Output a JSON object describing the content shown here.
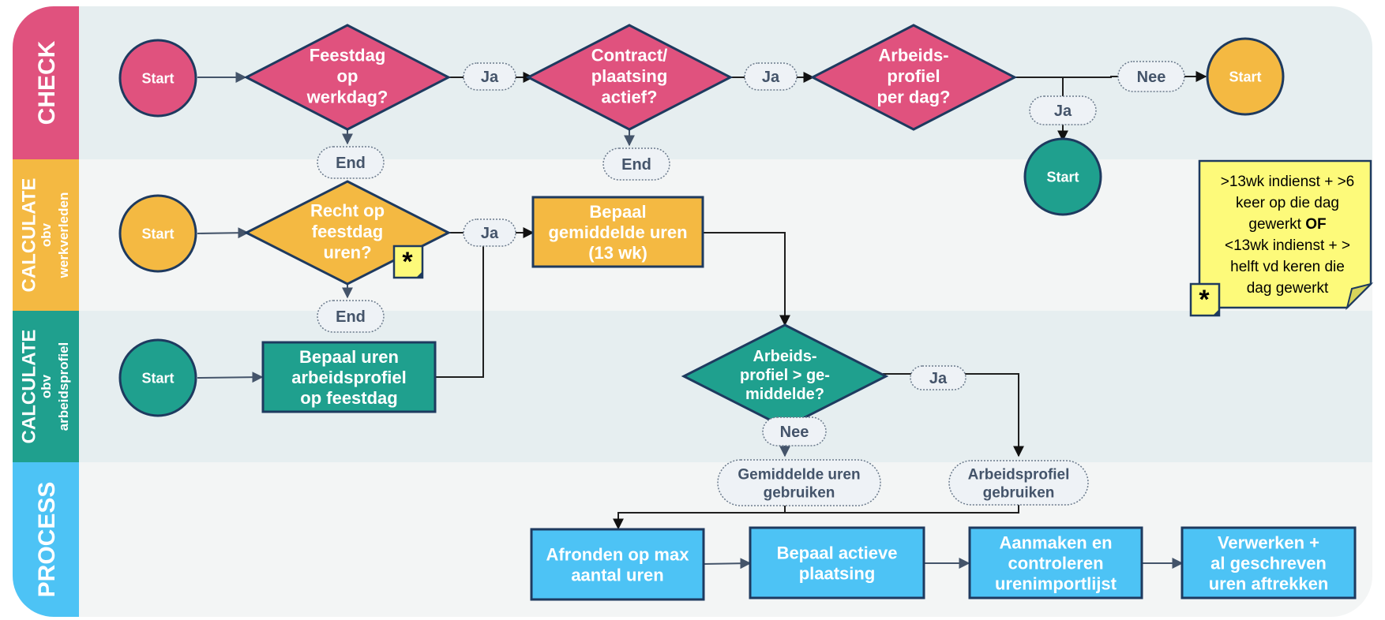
{
  "colors": {
    "pink": "#e0527e",
    "orange": "#f4b942",
    "teal": "#1fa08e",
    "blue": "#4dc3f5",
    "lane_bg_1": "#e6eef0",
    "lane_bg_2": "#f3f5f5",
    "pill_bg": "#eef2f6",
    "pill_text": "#44546a",
    "note_bg": "#fdfa7a"
  },
  "lanes": [
    {
      "lines": [
        "CHECK"
      ],
      "color": "#e0527e"
    },
    {
      "lines": [
        "CALCULATE",
        "obv",
        "werkverleden"
      ],
      "color": "#f4b942"
    },
    {
      "lines": [
        "CALCULATE",
        "obv",
        "arbeidsprofiel"
      ],
      "color": "#1fa08e"
    },
    {
      "lines": [
        "PROCESS"
      ],
      "color": "#4dc3f5"
    }
  ],
  "nodes": {
    "check_start": {
      "shape": "circle",
      "color": "pink",
      "lines": [
        "Start"
      ]
    },
    "feestdag": {
      "shape": "diamond",
      "color": "pink",
      "lines": [
        "Feestdag",
        "op",
        "werkdag?"
      ]
    },
    "contract": {
      "shape": "diamond",
      "color": "pink",
      "lines": [
        "Contract/",
        "plaatsing",
        "actief?"
      ]
    },
    "arbeidsprofiel_dag": {
      "shape": "diamond",
      "color": "pink",
      "lines": [
        "Arbeids-",
        "profiel",
        "per dag?"
      ]
    },
    "check_to_orange": {
      "shape": "circle",
      "color": "orange",
      "lines": [
        "Start"
      ]
    },
    "check_to_teal": {
      "shape": "circle",
      "color": "teal",
      "lines": [
        "Start"
      ]
    },
    "calc_wv_start": {
      "shape": "circle",
      "color": "orange",
      "lines": [
        "Start"
      ]
    },
    "recht": {
      "shape": "diamond",
      "color": "orange",
      "lines": [
        "Recht op",
        "feestdag",
        "uren?"
      ]
    },
    "gemiddelde": {
      "shape": "rect",
      "color": "orange",
      "lines": [
        "Bepaal",
        "gemiddelde uren",
        "(13 wk)"
      ]
    },
    "calc_ap_start": {
      "shape": "circle",
      "color": "teal",
      "lines": [
        "Start"
      ]
    },
    "bepaal_ap": {
      "shape": "rect",
      "color": "teal",
      "lines": [
        "Bepaal uren",
        "arbeidsprofiel",
        "op feestdag"
      ]
    },
    "ap_vs_gem": {
      "shape": "diamond",
      "color": "teal",
      "lines": [
        "Arbeids-",
        "profiel > ge-",
        "middelde?"
      ]
    },
    "afronden": {
      "shape": "rect",
      "color": "blue",
      "lines": [
        "Afronden op max",
        "aantal uren"
      ]
    },
    "actieve": {
      "shape": "rect",
      "color": "blue",
      "lines": [
        "Bepaal actieve",
        "plaatsing"
      ]
    },
    "aanmaken": {
      "shape": "rect",
      "color": "blue",
      "lines": [
        "Aanmaken en",
        "controleren",
        "urenimportlijst"
      ]
    },
    "verwerken": {
      "shape": "rect",
      "color": "blue",
      "lines": [
        "Verwerken +",
        "al geschreven",
        "uren aftrekken"
      ]
    }
  },
  "pills": {
    "ja1": [
      "Ja"
    ],
    "ja2": [
      "Ja"
    ],
    "nee1": [
      "Nee"
    ],
    "ja3": [
      "Ja"
    ],
    "end1": [
      "End"
    ],
    "end2": [
      "End"
    ],
    "ja4": [
      "Ja"
    ],
    "end3": [
      "End"
    ],
    "ja5": [
      "Ja"
    ],
    "nee2": [
      "Nee"
    ],
    "gem_gebruiken": [
      "Gemiddelde uren",
      "gebruiken"
    ],
    "ap_gebruiken": [
      "Arbeidsprofiel",
      "gebruiken"
    ]
  },
  "note": {
    "lines": [
      [
        {
          "t": ">13wk indienst + >6",
          "b": false
        }
      ],
      [
        {
          "t": "keer op die dag",
          "b": false
        }
      ],
      [
        {
          "t": "gewerkt ",
          "b": false
        },
        {
          "t": "OF",
          "b": true
        }
      ],
      [
        {
          "t": "<13wk indienst + >",
          "b": false
        }
      ],
      [
        {
          "t": "helft vd keren die",
          "b": false
        }
      ],
      [
        {
          "t": "dag gewerkt",
          "b": false
        }
      ]
    ],
    "marker": "*"
  },
  "marker_recht": "*"
}
